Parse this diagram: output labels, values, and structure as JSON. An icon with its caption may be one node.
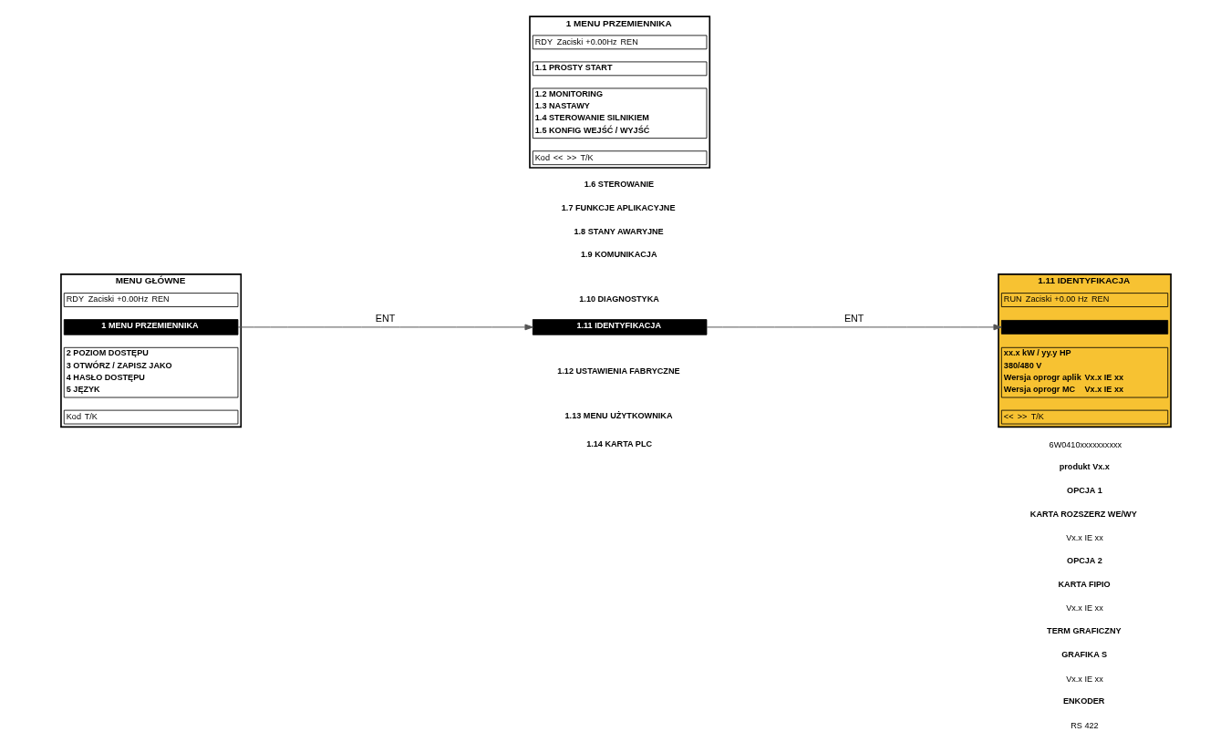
{
  "diagram": {
    "nodes": [
      {
        "text": [
          "MENU GŁÓWNE"
        ]
      },
      {
        "text": [
          "RDY",
          "Zaciski",
          "+0.00Hz",
          "REN"
        ],
        "in": 0
      },
      {
        "text": [
          "1 MENU PRZEMIENNIKA"
        ],
        "in": 0
      },
      {
        "text": [
          "2 POZIOM DOSTĘPU",
          "3 OTWÓRZ / ZAPISZ JAKO",
          "4 HASŁO DOSTĘPU",
          "5 JĘZYK"
        ],
        "in": 0
      },
      {
        "text": [
          "Kod",
          "T/K"
        ],
        "in": 0
      },
      {
        "text": [
          "1 MENU PRZEMIENNIKA"
        ]
      },
      {
        "text": [
          "RDY",
          "Zaciski",
          "+0.00Hz",
          "REN"
        ],
        "in": 5
      },
      {
        "text": [
          "1.1 PROSTY START"
        ],
        "in": 5
      },
      {
        "text": [
          "1.2 MONITORING",
          "1.3 NASTAWY",
          "1.4 STEROWANIE SILNIKIEM",
          "1.5 KONFIG WEJŚĆ / WYJŚĆ"
        ],
        "in": 5
      },
      {
        "text": [
          "Kod",
          "<<",
          ">>",
          "T/K"
        ],
        "in": 5
      },
      {
        "text": [
          "1.11 IDENTYFIKACJA"
        ]
      },
      {
        "text": [
          "1.11 IDENTYFIKACJA"
        ]
      },
      {
        "text": [
          "RUN",
          "Zaciski",
          "+0.00 Hz",
          "REN"
        ],
        "in": 11
      },
      {
        "text": [],
        "shape": "bar",
        "in": 11
      },
      {
        "text": [
          "xx.x kW / yy.y HP",
          "380/480 V",
          "Wersja oprogr aplik",
          "Vx.x IE xx",
          "Wersja oprogr MC",
          "Vx.x IE xx"
        ],
        "in": 11
      },
      {
        "text": [
          "<<",
          ">>",
          "T/K"
        ],
        "in": 11
      }
    ],
    "edges": [
      {
        "from": 2,
        "to": 10,
        "arrow": "to",
        "label": "ENT"
      },
      {
        "from": 10,
        "to": 13,
        "arrow": "to",
        "label": "ENT"
      }
    ],
    "labels": [
      "1.6 STEROWANIE",
      "1.7 FUNKCJE APLIKACYJNE",
      "1.8 STANY AWARYJNE",
      "1.9 KOMUNIKACJA",
      "1.10 DIAGNOSTYKA",
      "1.12 USTAWIENIA FABRYCZNE",
      "1.13 MENU UŻYTKOWNIKA",
      "1.14 KARTA PLC",
      "6W0410xxxxxxxxxx",
      "produkt Vx.x",
      "OPCJA 1",
      "KARTA ROZSZERZ WE/WY",
      "Vx.x IE xx",
      "OPCJA 2",
      "KARTA FIPIO",
      "Vx.x IE xx",
      "TERM GRAFICZNY",
      "GRAFIKA S",
      "Vx.x IE xx",
      "ENKODER",
      "RS 422"
    ]
  }
}
